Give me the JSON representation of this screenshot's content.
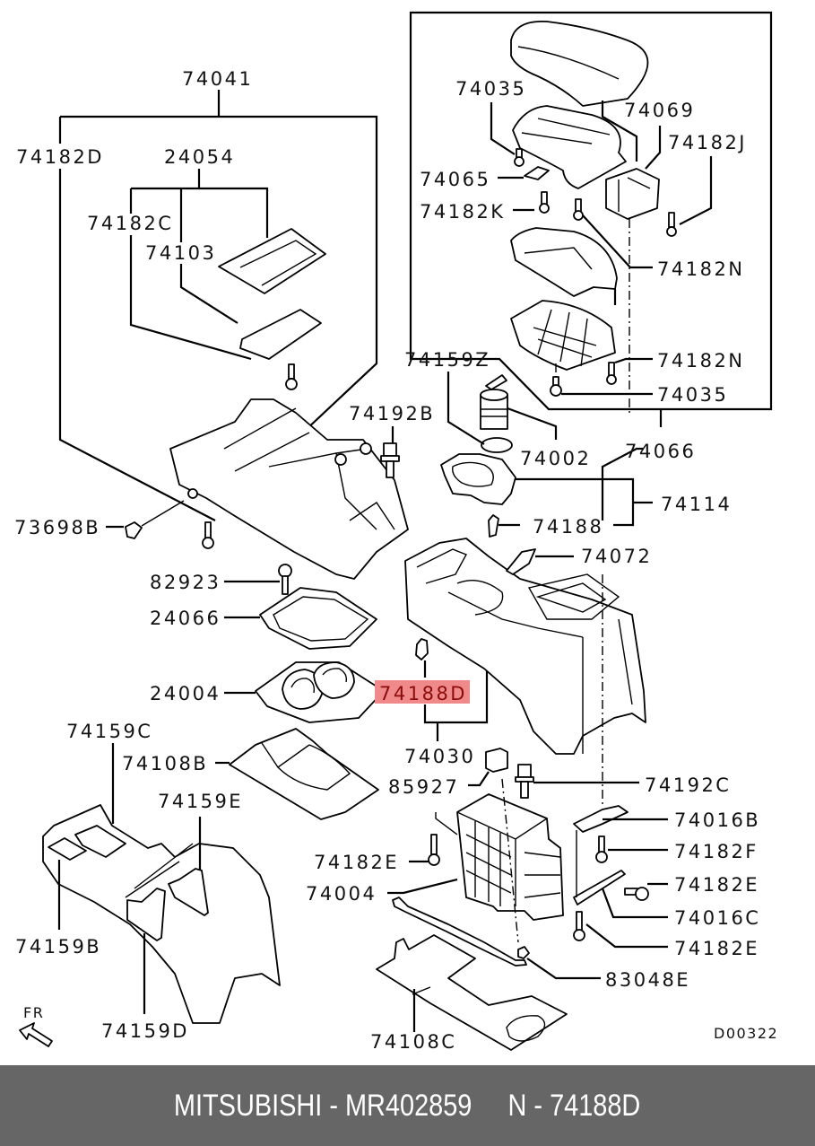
{
  "diagram": {
    "drawing_code": "D00322",
    "front_indicator": "FR",
    "highlighted_part": "74188D",
    "highlight_color": "#f08a8a",
    "labels": {
      "p74041": "74041",
      "p74182D": "74182D",
      "p24054": "24054",
      "p74182C": "74182C",
      "p74103": "74103",
      "p74192B": "74192B",
      "p73698B": "73698B",
      "p82923": "82923",
      "p24066": "24066",
      "p24004": "24004",
      "p74188D": "74188D",
      "p74030": "74030",
      "p74159C": "74159C",
      "p74108B": "74108B",
      "p74159E": "74159E",
      "p74159B": "74159B",
      "p74159D": "74159D",
      "p74035_top": "74035",
      "p74069": "74069",
      "p74182J": "74182J",
      "p74065": "74065",
      "p74182K": "74182K",
      "p74182N_1": "74182N",
      "p74182N_2": "74182N",
      "p74035_bottom": "74035",
      "p74159Z": "74159Z",
      "p74002": "74002",
      "p74066": "74066",
      "p74114": "74114",
      "p74188": "74188",
      "p74072": "74072",
      "p85927": "85927",
      "p74192C": "74192C",
      "p74016B": "74016B",
      "p74182F": "74182F",
      "p74182E_left": "74182E",
      "p74182E_mid": "74182E",
      "p74016C": "74016C",
      "p74182E_low": "74182E",
      "p74004": "74004",
      "p83048E": "83048E",
      "p74108C": "74108C"
    }
  },
  "footer": {
    "text": "MITSUBISHI - MR402859     N - 74188D",
    "brand": "MITSUBISHI",
    "part_number": "MR402859",
    "reference": "N - 74188D",
    "background": "#666666"
  }
}
